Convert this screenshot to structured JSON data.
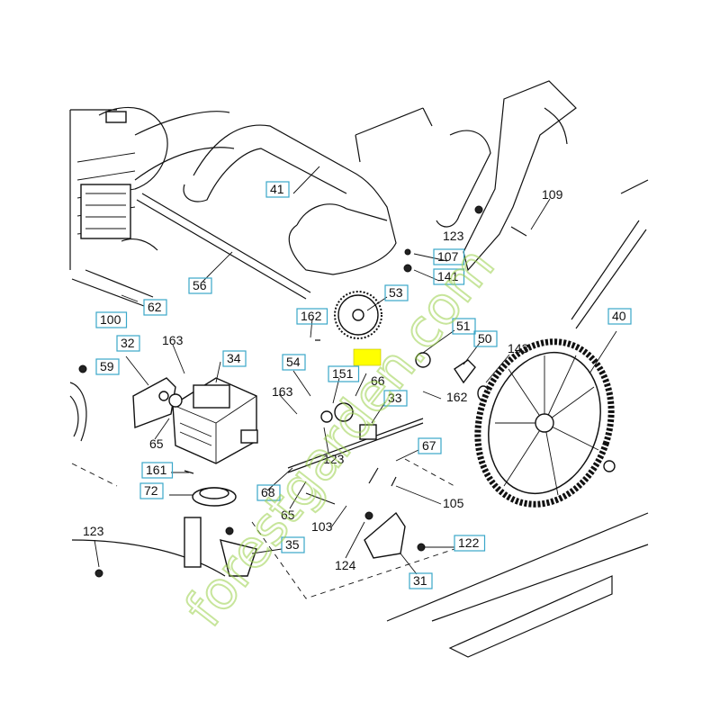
{
  "diagram": {
    "watermark_text": "forestgarden.com",
    "highlight_color": "#ffff00",
    "box_color": "#3aa7c9",
    "callouts": [
      {
        "id": "41",
        "boxed": true
      },
      {
        "id": "109",
        "boxed": false
      },
      {
        "id": "123a",
        "text": "123",
        "boxed": false
      },
      {
        "id": "107",
        "boxed": true
      },
      {
        "id": "141",
        "boxed": true
      },
      {
        "id": "56",
        "boxed": true
      },
      {
        "id": "62",
        "boxed": true
      },
      {
        "id": "53",
        "boxed": true
      },
      {
        "id": "162a",
        "text": "162",
        "boxed": true
      },
      {
        "id": "51",
        "boxed": true
      },
      {
        "id": "40",
        "boxed": true
      },
      {
        "id": "100",
        "boxed": true
      },
      {
        "id": "32",
        "boxed": true
      },
      {
        "id": "163a",
        "text": "163",
        "boxed": false
      },
      {
        "id": "34",
        "boxed": true
      },
      {
        "id": "50",
        "boxed": true
      },
      {
        "id": "143",
        "boxed": false
      },
      {
        "id": "59",
        "boxed": true
      },
      {
        "id": "54",
        "boxed": true
      },
      {
        "id": "151",
        "boxed": true
      },
      {
        "id": "66",
        "boxed": false
      },
      {
        "id": "163b",
        "text": "163",
        "boxed": false
      },
      {
        "id": "33",
        "boxed": true
      },
      {
        "id": "162b",
        "text": "162",
        "boxed": false
      },
      {
        "id": "65a",
        "text": "65",
        "boxed": false
      },
      {
        "id": "123b",
        "text": "123",
        "boxed": false
      },
      {
        "id": "67",
        "boxed": true
      },
      {
        "id": "161",
        "boxed": true
      },
      {
        "id": "72",
        "boxed": true
      },
      {
        "id": "68",
        "boxed": true
      },
      {
        "id": "65b",
        "text": "65",
        "boxed": false
      },
      {
        "id": "103",
        "boxed": false
      },
      {
        "id": "105",
        "boxed": false
      },
      {
        "id": "123c",
        "text": "123",
        "boxed": false
      },
      {
        "id": "35",
        "boxed": true
      },
      {
        "id": "124",
        "boxed": false
      },
      {
        "id": "122",
        "boxed": true
      },
      {
        "id": "31",
        "boxed": true
      }
    ]
  }
}
